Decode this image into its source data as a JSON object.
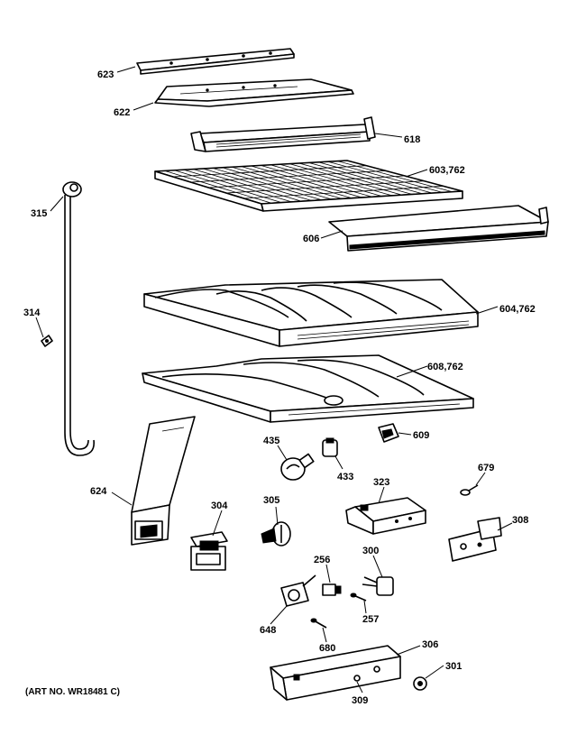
{
  "labels": {
    "p623": "623",
    "p622": "622",
    "p618": "618",
    "p603": "603,762",
    "p315": "315",
    "p606": "606",
    "p314": "314",
    "p604": "604,762",
    "p608": "608,762",
    "p609": "609",
    "p435": "435",
    "p433": "433",
    "p624": "624",
    "p304": "304",
    "p305": "305",
    "p323": "323",
    "p679": "679",
    "p308": "308",
    "p256": "256",
    "p300": "300",
    "p257": "257",
    "p648": "648",
    "p680": "680",
    "p306": "306",
    "p301": "301",
    "p309": "309"
  },
  "art_no": "(ART NO. WR18481 C)"
}
